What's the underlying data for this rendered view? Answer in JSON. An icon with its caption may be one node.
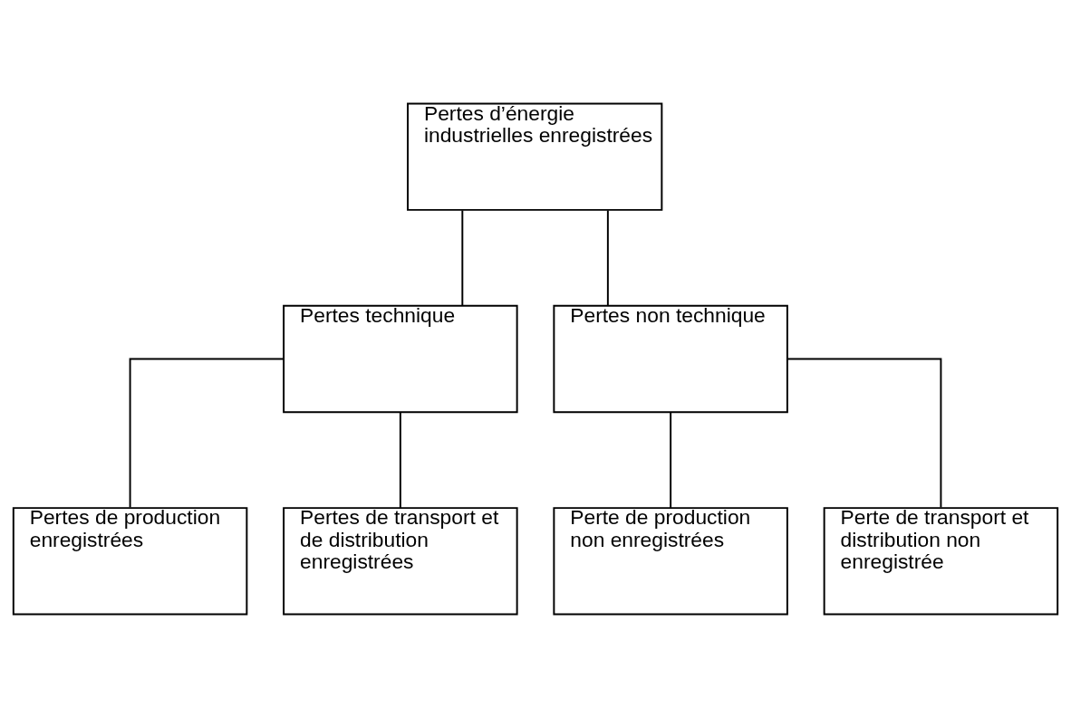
{
  "diagram": {
    "nodes": [
      {
        "text": [
          "Pertes d’énergie industrielles enregistrées"
        ]
      },
      {
        "text": [
          "Pertes technique"
        ]
      },
      {
        "text": [
          "Pertes non technique"
        ]
      },
      {
        "text": [
          "Pertes de production enregistrées"
        ]
      },
      {
        "text": [
          "Pertes de transport et de distribution enregistrées"
        ]
      },
      {
        "text": [
          "Perte de production non enregistrées"
        ]
      },
      {
        "text": [
          "Perte de transport et distribution non enregistrée"
        ]
      }
    ],
    "edges": [
      {
        "from": 0,
        "to": 1,
        "arrow": "none"
      },
      {
        "from": 0,
        "to": 2,
        "arrow": "none"
      },
      {
        "from": 1,
        "to": 3,
        "arrow": "none"
      },
      {
        "from": 1,
        "to": 4,
        "arrow": "none"
      },
      {
        "from": 2,
        "to": 5,
        "arrow": "none"
      },
      {
        "from": 2,
        "to": 6,
        "arrow": "none"
      }
    ]
  }
}
